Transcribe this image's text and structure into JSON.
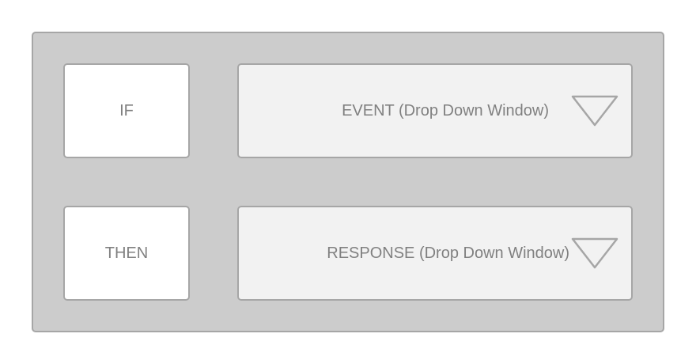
{
  "rule": {
    "condition_label": "IF",
    "action_label": "THEN",
    "event_dropdown": {
      "value": "EVENT (Drop Down Window)",
      "icon": "triangle-down-icon"
    },
    "response_dropdown": {
      "value": "RESPONSE (Drop Down Window)",
      "icon": "triangle-down-icon"
    }
  },
  "colors": {
    "panel_background": "#cccccc",
    "border": "#a6a6a6",
    "dropdown_background": "#f2f2f2",
    "label_background": "#ffffff",
    "text": "#808080"
  }
}
